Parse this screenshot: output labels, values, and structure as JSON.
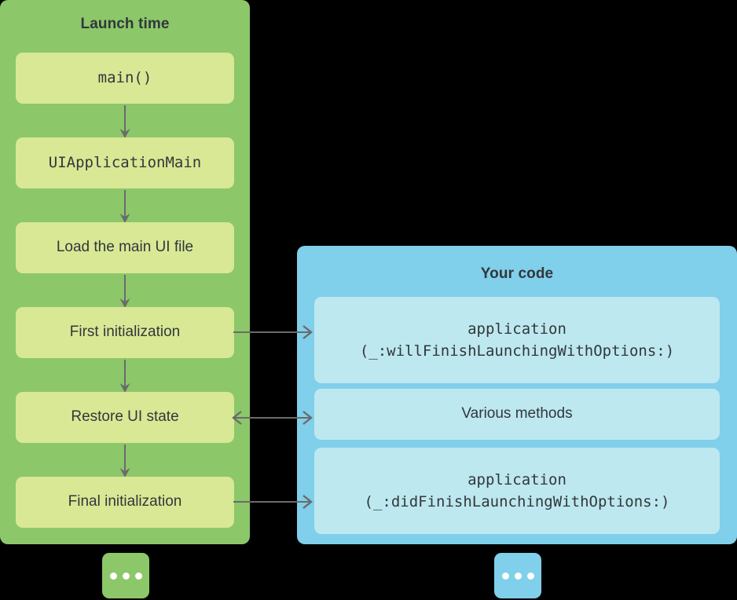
{
  "diagram": {
    "title_left": "Launch time",
    "title_right": "Your code",
    "colors": {
      "launch_panel": "#8cc76a",
      "launch_card": "#d8e895",
      "code_panel": "#80cfeb",
      "code_card": "#bde8ef",
      "text": "#32373b",
      "arrow": "#6b6b6b",
      "badge_dot": "#ffffff",
      "background": "#000000"
    }
  },
  "launch_panel": {
    "title": "Launch time",
    "steps": [
      {
        "label": "main()",
        "style": "mono"
      },
      {
        "label": "UIApplicationMain",
        "style": "mono"
      },
      {
        "label": "Load the main UI file",
        "style": "sans"
      },
      {
        "label": "First initialization",
        "style": "sans"
      },
      {
        "label": "Restore UI state",
        "style": "sans"
      },
      {
        "label": "Final initialization",
        "style": "sans"
      }
    ],
    "badge": "..."
  },
  "code_panel": {
    "title": "Your code",
    "methods": [
      {
        "label": "application\n(_:willFinishLaunchingWithOptions:)",
        "style": "mono"
      },
      {
        "label": "Various methods",
        "style": "sans"
      },
      {
        "label": "application\n(_:didFinishLaunchingWithOptions:)",
        "style": "mono"
      }
    ],
    "badge": "..."
  },
  "connectors": [
    {
      "name": "first-initialization-to-will-finish",
      "direction": "right"
    },
    {
      "name": "restore-ui-state-to-various-methods",
      "direction": "both"
    },
    {
      "name": "final-initialization-to-did-finish",
      "direction": "right"
    }
  ]
}
